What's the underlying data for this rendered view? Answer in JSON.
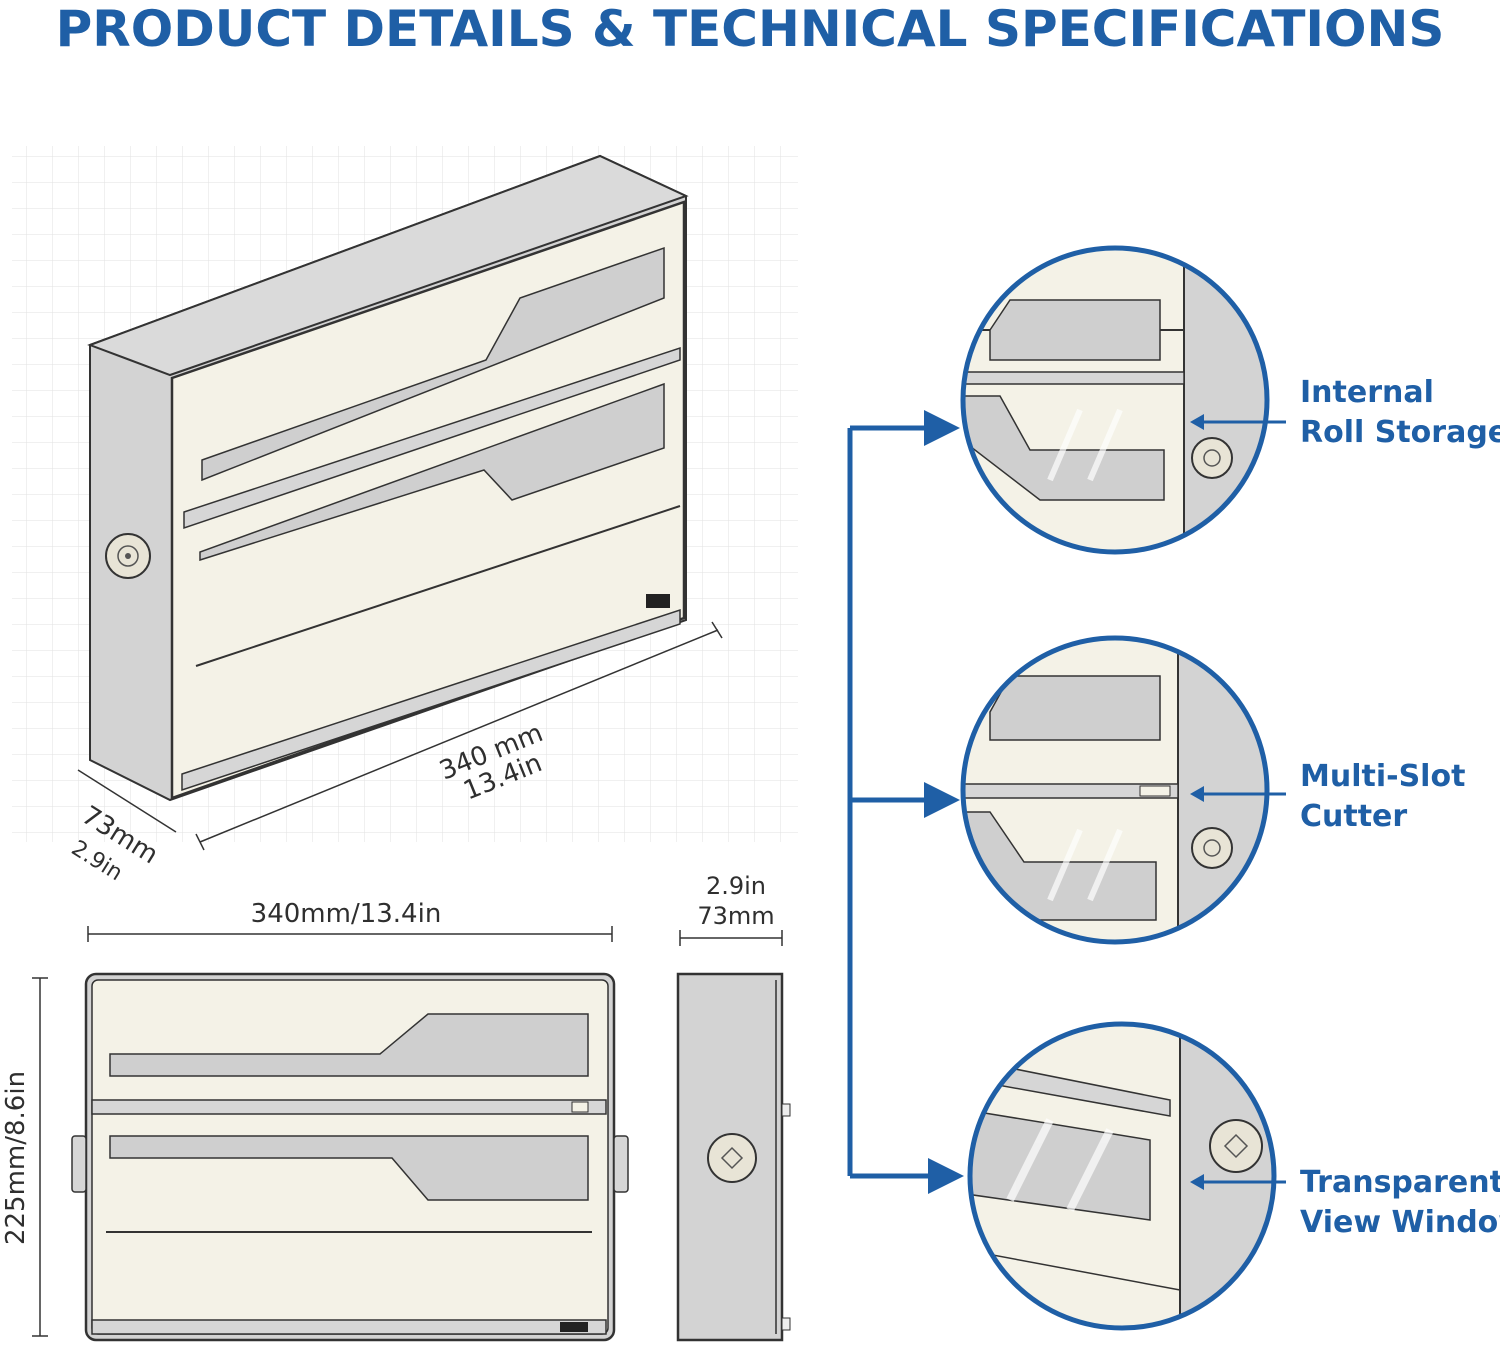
{
  "header": {
    "title": "PRODUCT DETAILS & TECHNICAL SPECIFICATIONS"
  },
  "colors": {
    "accent": "#1f5fa6",
    "body_gray": "#d2d2d2",
    "panel_cream": "#f4f2e7",
    "grid": "#e3e3e3"
  },
  "iso_view": {
    "length_mm": "340 mm",
    "length_in": "13.4in",
    "depth_mm": "73mm",
    "depth_in": "2.9in"
  },
  "front_view": {
    "width": "340mm/13.4in",
    "height": "225mm/8.6in"
  },
  "side_view": {
    "depth_in": "2.9in",
    "depth_mm": "73mm"
  },
  "callouts": [
    {
      "line1": "Internal",
      "line2": "Roll Storage"
    },
    {
      "line1": "Multi-Slot",
      "line2": "Cutter"
    },
    {
      "line1": "Transparent",
      "line2": "View Window"
    }
  ],
  "icons": {
    "knob": "knob-icon",
    "arrow": "arrow-icon"
  }
}
